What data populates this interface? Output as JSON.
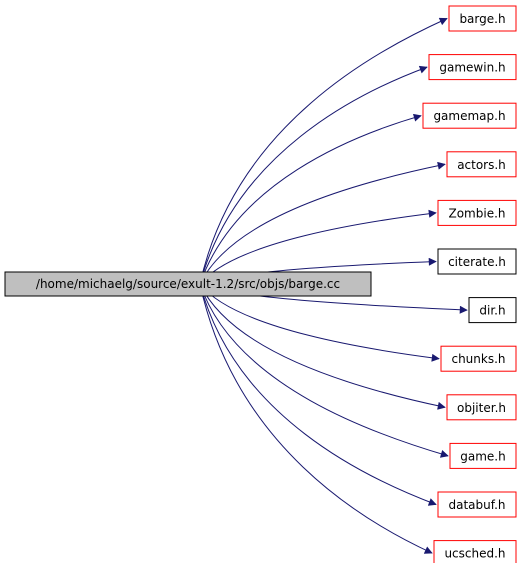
{
  "colors": {
    "edge": "#191970",
    "root_fill": "#bfbfbf",
    "root_border": "#000000",
    "linked_border": "#000000",
    "unlinked_border": "#ff0000",
    "text": "#000000",
    "background": "#ffffff"
  },
  "root": {
    "label": "/home/michaelg/source/exult-1.2/src/objs/barge.cc"
  },
  "nodes": [
    {
      "id": "barge",
      "label": "barge.h",
      "border": "red"
    },
    {
      "id": "gamewin",
      "label": "gamewin.h",
      "border": "red"
    },
    {
      "id": "gamemap",
      "label": "gamemap.h",
      "border": "red"
    },
    {
      "id": "actors",
      "label": "actors.h",
      "border": "red"
    },
    {
      "id": "zombie",
      "label": "Zombie.h",
      "border": "red"
    },
    {
      "id": "citerate",
      "label": "citerate.h",
      "border": "black"
    },
    {
      "id": "dir",
      "label": "dir.h",
      "border": "black"
    },
    {
      "id": "chunks",
      "label": "chunks.h",
      "border": "red"
    },
    {
      "id": "objiter",
      "label": "objiter.h",
      "border": "red"
    },
    {
      "id": "game",
      "label": "game.h",
      "border": "red"
    },
    {
      "id": "databuf",
      "label": "databuf.h",
      "border": "red"
    },
    {
      "id": "ucsched",
      "label": "ucsched.h",
      "border": "red"
    }
  ]
}
